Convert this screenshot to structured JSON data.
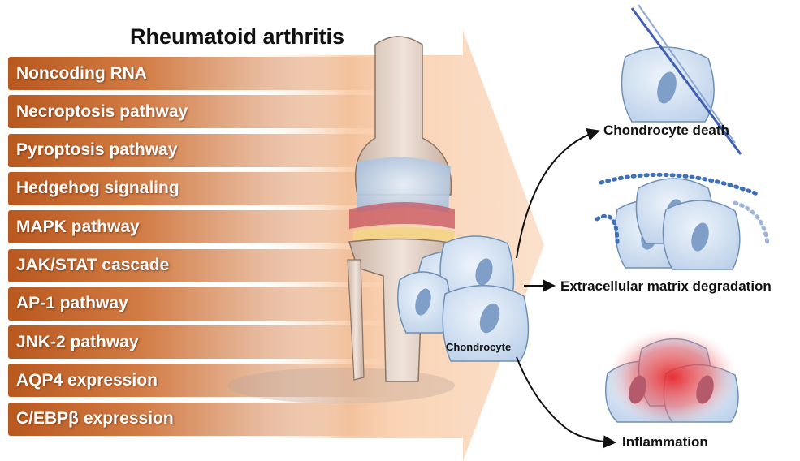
{
  "title": "Rheumatoid arthritis",
  "pathways": [
    "Noncoding RNA",
    "Necroptosis pathway",
    "Pyroptosis pathway",
    "Hedgehog signaling",
    "MAPK pathway",
    "JAK/STAT cascade",
    "AP-1 pathway",
    "JNK-2 pathway",
    "AQP4 expression",
    "C/EBPβ expression"
  ],
  "center_label": "Chondrocyte",
  "outcomes": {
    "death": "Chondrocyte death",
    "ecm": "Extracellular matrix degradation",
    "inflammation": "Inflammation"
  },
  "colors": {
    "bar_dark": "#b8581e",
    "bar_light": "#f7d9c2",
    "arrow": "#f8c9a6",
    "cell_fill": "#cfe0f3",
    "cell_stroke": "#6f8fb5",
    "nucleus": "#7f9fc8",
    "inflammation": "#e8262a"
  }
}
